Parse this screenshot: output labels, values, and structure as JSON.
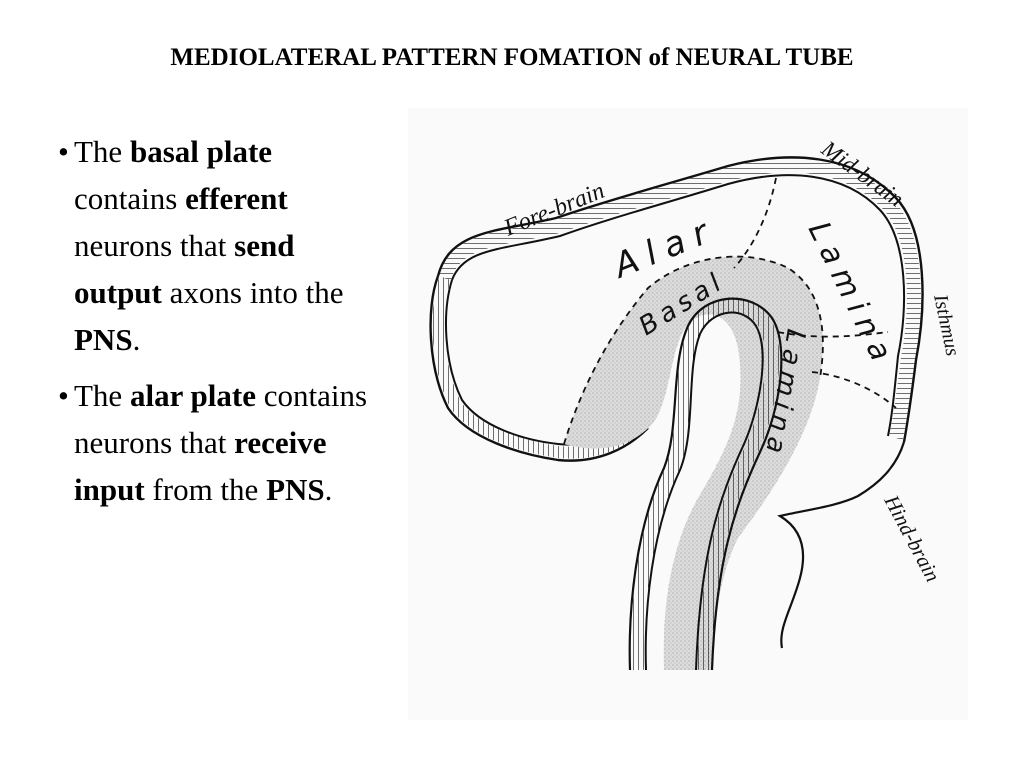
{
  "slide": {
    "title": "MEDIOLATERAL PATTERN FOMATION of NEURAL TUBE"
  },
  "bullets": [
    {
      "marker": "•",
      "segments": [
        {
          "text": "The ",
          "bold": false
        },
        {
          "text": "basal plate",
          "bold": true
        },
        {
          "text": " contains ",
          "bold": false
        },
        {
          "text": "efferent",
          "bold": true
        },
        {
          "text": " neurons that ",
          "bold": false
        },
        {
          "text": "send output",
          "bold": true
        },
        {
          "text": " axons into the ",
          "bold": false
        },
        {
          "text": "PNS",
          "bold": true
        },
        {
          "text": ".",
          "bold": false
        }
      ]
    },
    {
      "marker": "•",
      "segments": [
        {
          "text": "The ",
          "bold": false
        },
        {
          "text": "alar plate",
          "bold": true
        },
        {
          "text": " contains neurons that ",
          "bold": false
        },
        {
          "text": "receive input",
          "bold": true
        },
        {
          "text": " from the ",
          "bold": false
        },
        {
          "text": "PNS",
          "bold": true
        },
        {
          "text": ".",
          "bold": false
        }
      ]
    }
  ],
  "figure": {
    "labels": {
      "forebrain": "Fore-brain",
      "midbrain": "Mid-brain",
      "isthmus": "Isthmus",
      "hindbrain": "Hind-brain",
      "alar": "Alar",
      "basal": "Basal",
      "lamina_upper": "Lamina",
      "lamina_lower": "Lamina"
    },
    "colors": {
      "ink": "#111111",
      "basal_fill": "#d6d6d6",
      "background": "#fafafa"
    }
  }
}
